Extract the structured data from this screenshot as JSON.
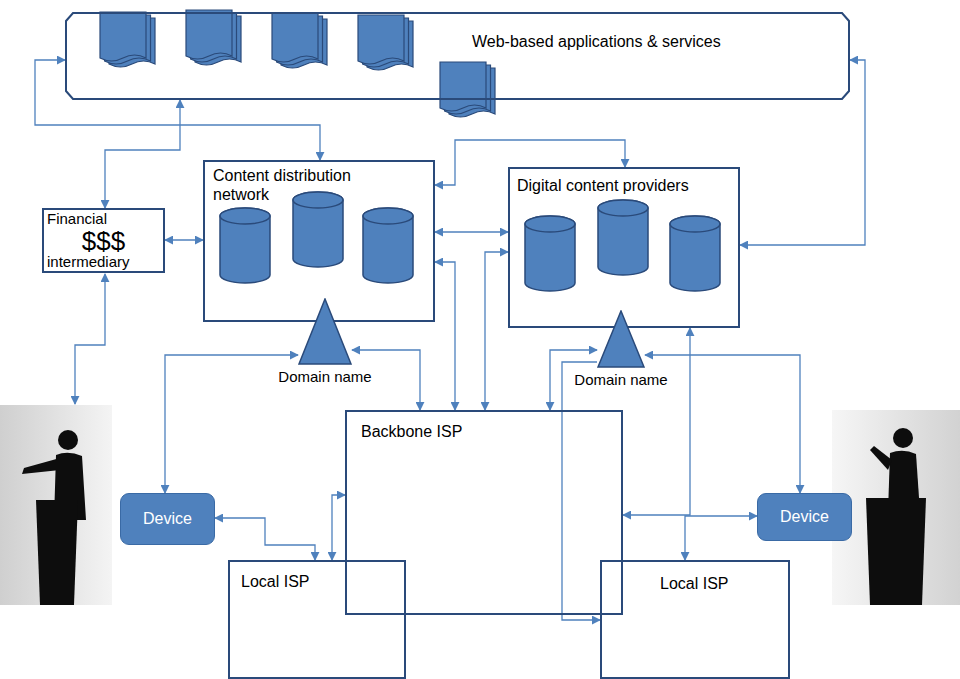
{
  "diagram": {
    "nodes": [
      {
        "text": [
          "Web-based applications & services"
        ]
      },
      {
        "text": [
          "Content distribution network"
        ]
      },
      {
        "text": [
          "Digital content providers"
        ]
      },
      {
        "text": [
          "Financial",
          "$$$",
          "intermediary"
        ]
      },
      {
        "text": [
          "Domain name"
        ]
      },
      {
        "text": [
          "Domain name"
        ]
      },
      {
        "text": [
          "Backbone ISP"
        ]
      },
      {
        "text": [
          "Device"
        ]
      },
      {
        "text": [
          "Device"
        ]
      },
      {
        "text": [
          "Local ISP"
        ]
      },
      {
        "text": [
          "Local ISP"
        ]
      }
    ],
    "edges": [
      {
        "from": 0,
        "to": 1,
        "arrow": "both"
      },
      {
        "from": 0,
        "to": 3,
        "arrow": "both"
      },
      {
        "from": 0,
        "to": 2,
        "arrow": "both"
      },
      {
        "from": 3,
        "to": 1,
        "arrow": "both"
      },
      {
        "from": 2,
        "to": 1,
        "arrow": "both"
      },
      {
        "from": 1,
        "to": 2,
        "arrow": "both"
      },
      {
        "from": 1,
        "to": 6,
        "arrow": "both"
      },
      {
        "from": 2,
        "to": 6,
        "arrow": "both"
      },
      {
        "from": 4,
        "to": 6,
        "arrow": "both"
      },
      {
        "from": 4,
        "to": 7,
        "arrow": "both"
      },
      {
        "from": 5,
        "to": 6,
        "arrow": "both"
      },
      {
        "from": 5,
        "to": 8,
        "arrow": "both"
      },
      {
        "from": 5,
        "to": 10,
        "arrow": "to"
      },
      {
        "from": 2,
        "to": 6,
        "arrow": "both"
      },
      {
        "from": 7,
        "to": 9,
        "arrow": "both"
      },
      {
        "from": 9,
        "to": 6,
        "arrow": "both"
      },
      {
        "from": 8,
        "to": 10,
        "arrow": "both"
      }
    ]
  }
}
